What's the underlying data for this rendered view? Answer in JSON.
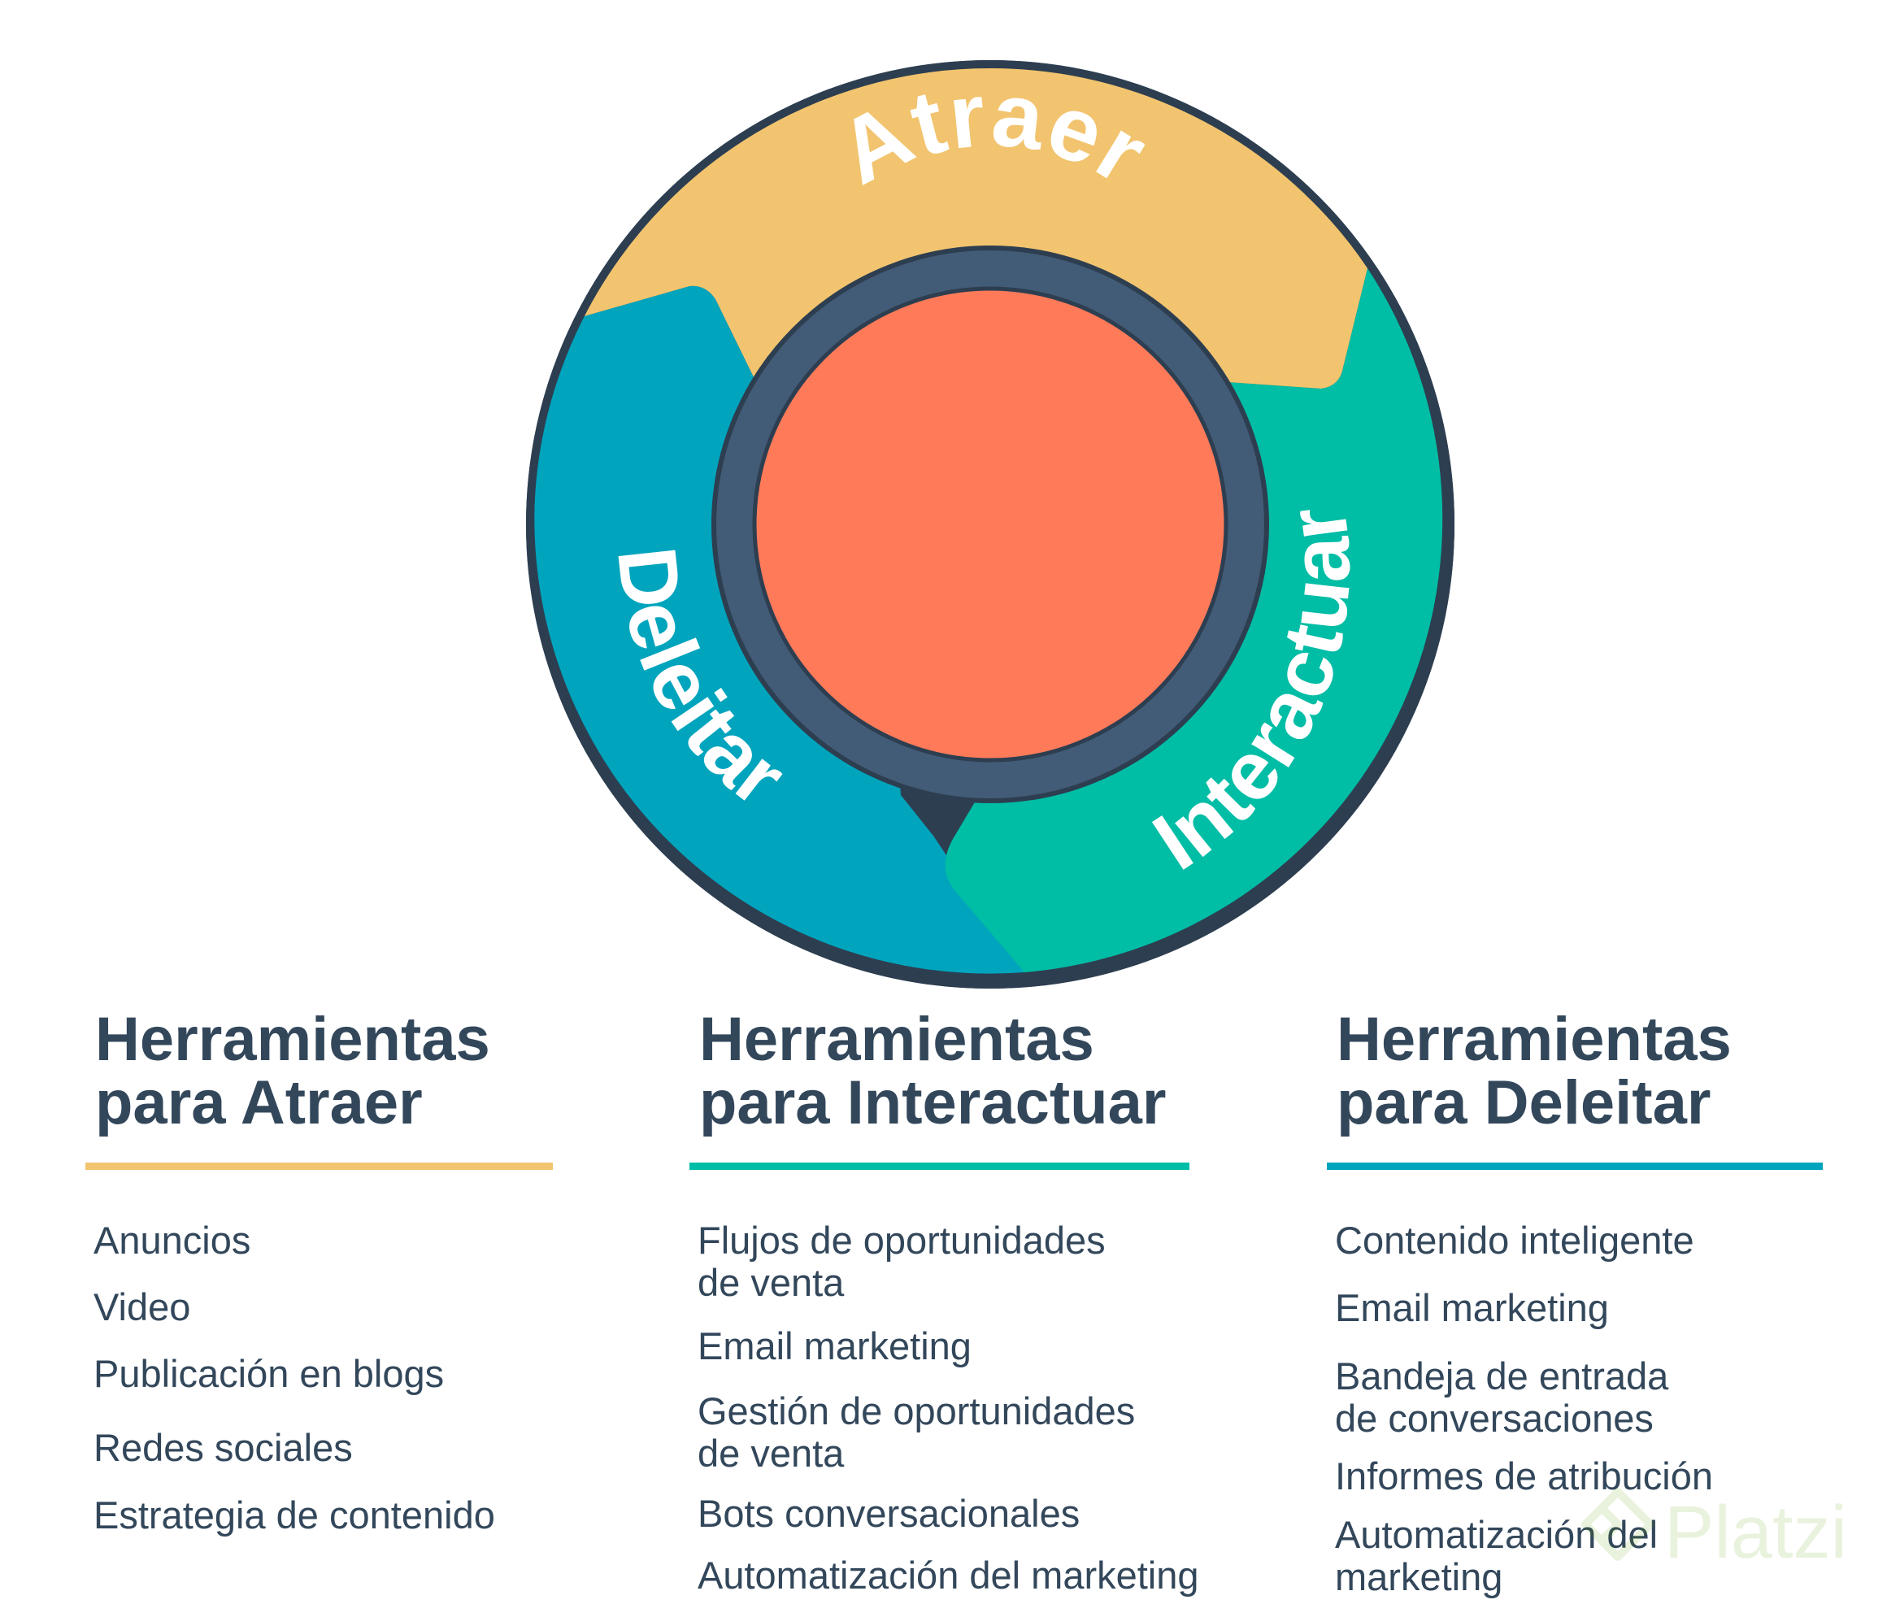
{
  "flywheel": {
    "stages": [
      {
        "label": "Atraer",
        "color": "#f2c46f"
      },
      {
        "label": "Interactuar",
        "color": "#00bda5"
      },
      {
        "label": "Deleitar",
        "color": "#00a4bd"
      }
    ],
    "hub_color": "#ff7a59",
    "ring_color": "#425b76",
    "outline_color": "#2d3e50"
  },
  "columns": [
    {
      "title_line1": "Herramientas",
      "title_line2": "para Atraer",
      "rule_color": "#f2c46f",
      "items": [
        {
          "line1": "Anuncios",
          "line2": ""
        },
        {
          "line1": "Video",
          "line2": ""
        },
        {
          "line1": "Publicación en blogs",
          "line2": ""
        },
        {
          "line1": "Redes sociales",
          "line2": ""
        },
        {
          "line1": "Estrategia de contenido",
          "line2": ""
        }
      ]
    },
    {
      "title_line1": "Herramientas",
      "title_line2": "para Interactuar",
      "rule_color": "#00bda5",
      "items": [
        {
          "line1": "Flujos de oportunidades",
          "line2": "de venta"
        },
        {
          "line1": "Email marketing",
          "line2": ""
        },
        {
          "line1": "Gestión de oportunidades",
          "line2": "de venta"
        },
        {
          "line1": "Bots conversacionales",
          "line2": ""
        },
        {
          "line1": "Automatización del marketing",
          "line2": ""
        }
      ]
    },
    {
      "title_line1": "Herramientas",
      "title_line2": "para Deleitar",
      "rule_color": "#00a4bd",
      "items": [
        {
          "line1": "Contenido inteligente",
          "line2": ""
        },
        {
          "line1": "Email marketing",
          "line2": ""
        },
        {
          "line1": "Bandeja de entrada",
          "line2": "de conversaciones"
        },
        {
          "line1": "Informes de atribución",
          "line2": ""
        },
        {
          "line1": "Automatización del",
          "line2": "marketing"
        }
      ]
    }
  ],
  "watermark": {
    "text": "Platzi",
    "icon": "platzi-logo-icon"
  }
}
